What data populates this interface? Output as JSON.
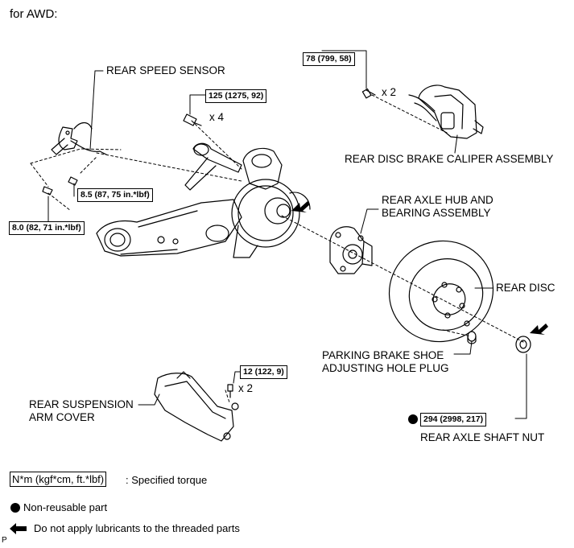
{
  "heading": "for AWD:",
  "labels": {
    "rear_speed_sensor": "REAR SPEED SENSOR",
    "rear_disc_brake_caliper": "REAR DISC BRAKE CALIPER ASSEMBLY",
    "rear_axle_hub": "REAR AXLE HUB AND\nBEARING ASSEMBLY",
    "rear_disc": "REAR DISC",
    "parking_brake_plug": "PARKING BRAKE SHOE\nADJUSTING HOLE PLUG",
    "rear_suspension_cover": "REAR SUSPENSION\nARM COVER",
    "rear_axle_shaft_nut": "REAR AXLE SHAFT NUT"
  },
  "torques": {
    "caliper_bolt": "78 (799, 58)",
    "knuckle_bolt": "125 (1275, 92)",
    "sensor_bolt_a": "8.5 (87, 75 in.*lbf)",
    "sensor_bolt_b": "8.0 (82, 71 in.*lbf)",
    "cover_bolt": "12 (122, 9)",
    "axle_nut": "294 (2998, 217)"
  },
  "multipliers": {
    "caliper": "x 2",
    "knuckle": "x 4",
    "cover": "x 2"
  },
  "legend": {
    "spec_box": "N*m (kgf*cm, ft.*lbf)",
    "spec_text": ": Specified torque",
    "non_reusable": "Non-reusable part",
    "no_lubricant": "Do not apply lubricants to the threaded parts"
  },
  "corner_mark": "P",
  "colors": {
    "line": "#000000",
    "background": "#ffffff"
  },
  "icons": [
    "non-reusable-dot-icon",
    "no-lubricant-arrow-icon"
  ]
}
